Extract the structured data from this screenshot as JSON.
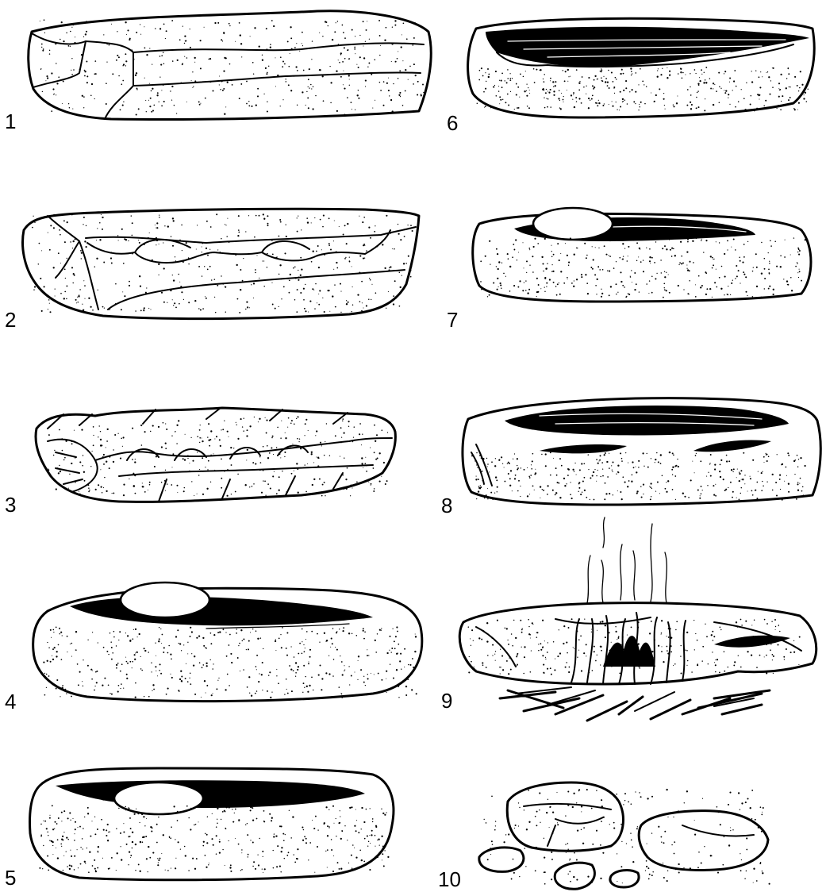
{
  "plate": {
    "panels": [
      {
        "number": "1"
      },
      {
        "number": "2"
      },
      {
        "number": "3"
      },
      {
        "number": "4"
      },
      {
        "number": "5"
      },
      {
        "number": "6"
      },
      {
        "number": "7"
      },
      {
        "number": "8"
      },
      {
        "number": "9"
      },
      {
        "number": "10"
      }
    ]
  }
}
